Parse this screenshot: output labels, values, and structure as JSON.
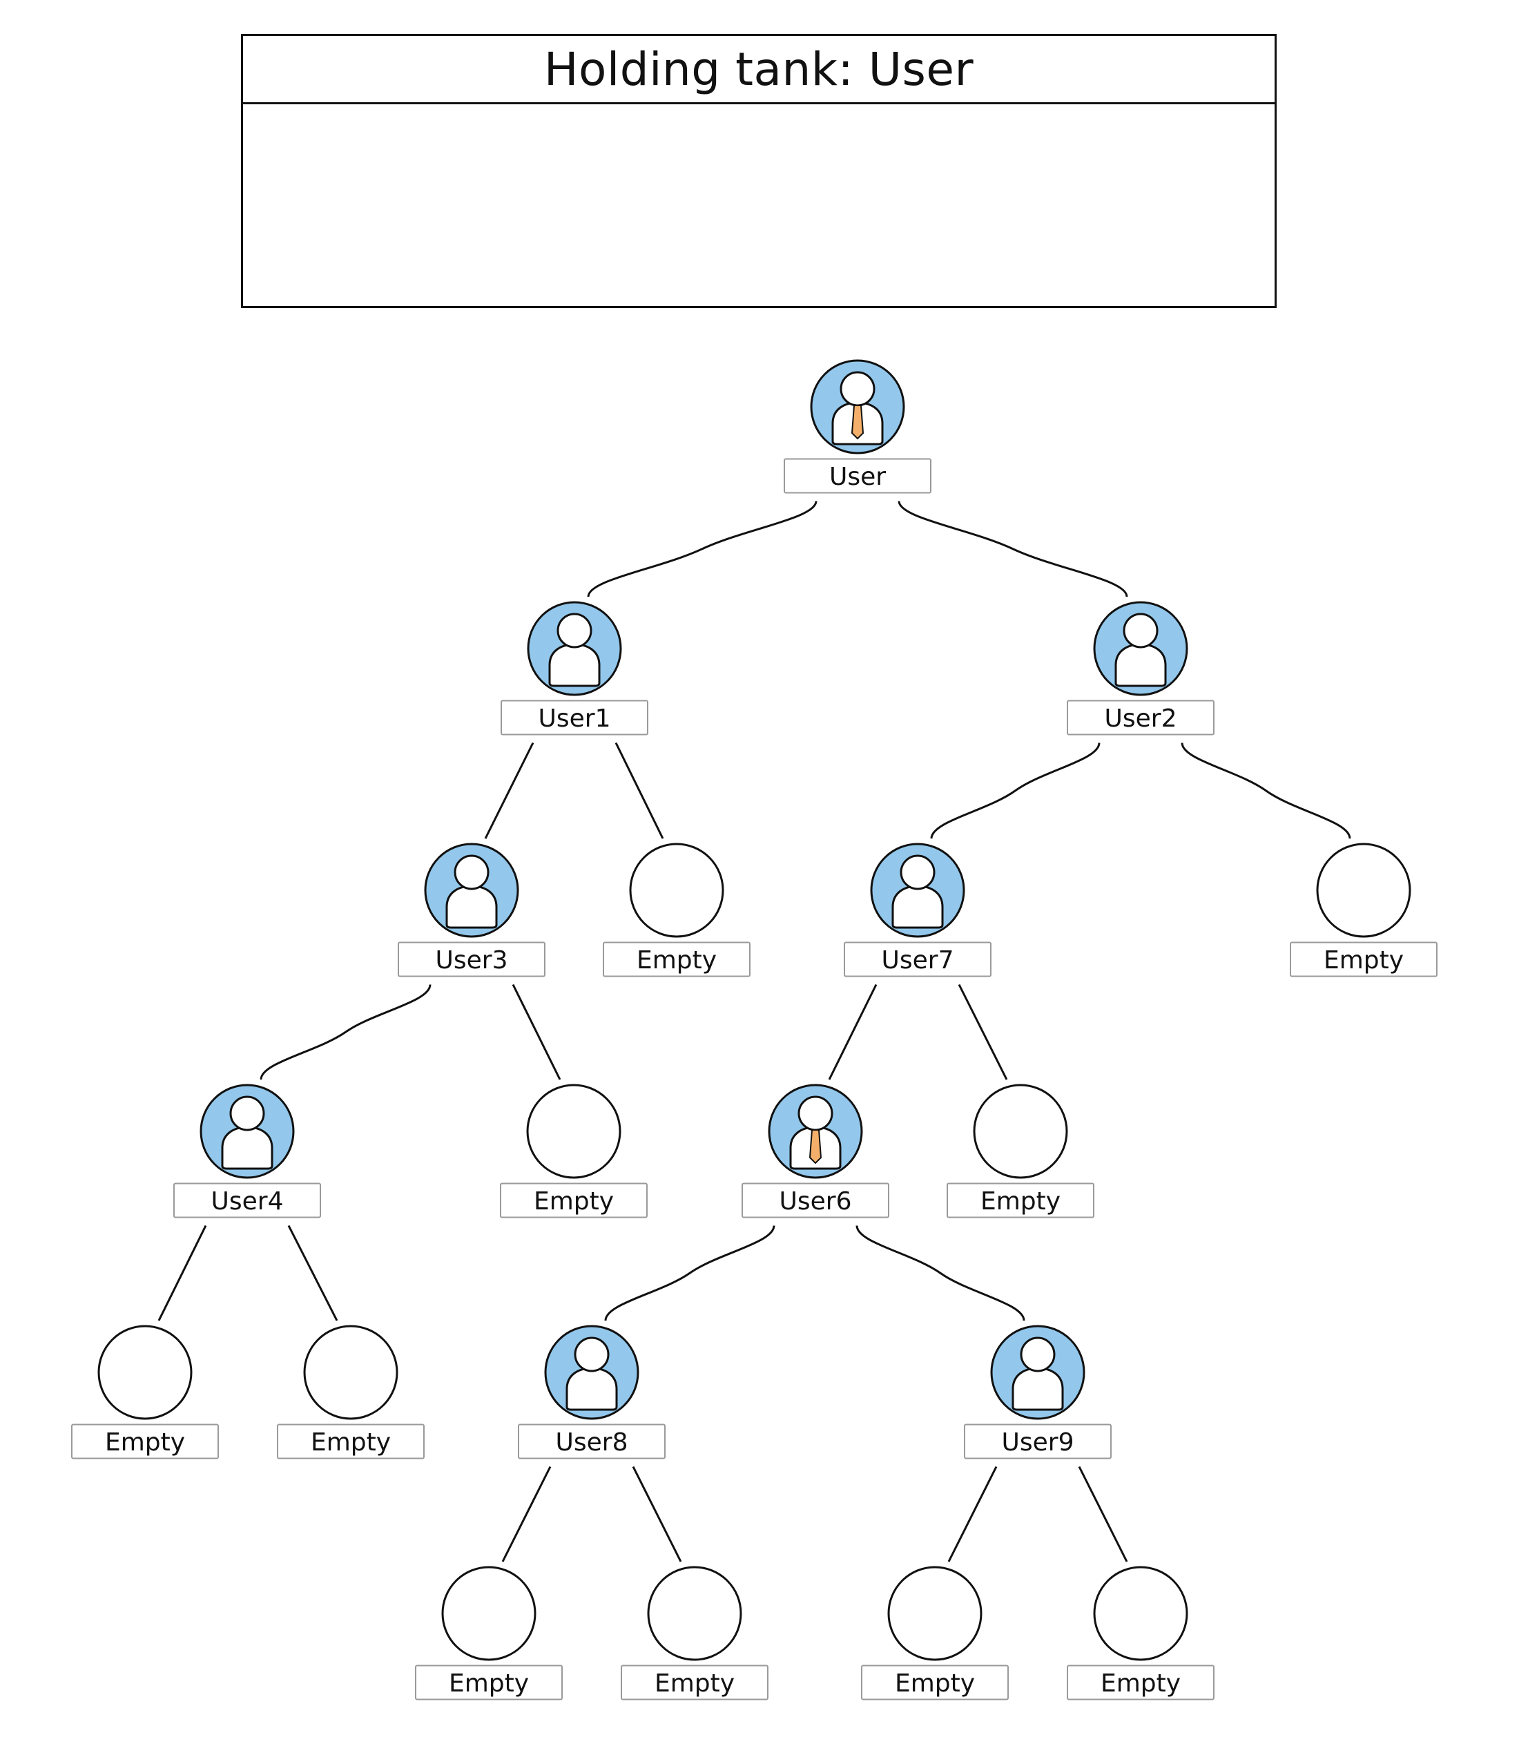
{
  "holding_tank": {
    "title": "Holding tank: User"
  },
  "tree": {
    "colors": {
      "filled": "#93c8ec",
      "empty": "#ffffff",
      "stroke": "#111111",
      "tie": "#f4b06a"
    },
    "nodes": [
      {
        "id": "root",
        "label": "User",
        "filled": true,
        "tie": true
      },
      {
        "id": "u1",
        "label": "User1",
        "filled": true,
        "tie": false
      },
      {
        "id": "u2",
        "label": "User2",
        "filled": true,
        "tie": false
      },
      {
        "id": "u3",
        "label": "User3",
        "filled": true,
        "tie": false
      },
      {
        "id": "e1",
        "label": "Empty",
        "filled": false
      },
      {
        "id": "u7",
        "label": "User7",
        "filled": true,
        "tie": false
      },
      {
        "id": "e2",
        "label": "Empty",
        "filled": false
      },
      {
        "id": "u4",
        "label": "User4",
        "filled": true,
        "tie": false
      },
      {
        "id": "e3",
        "label": "Empty",
        "filled": false
      },
      {
        "id": "u6",
        "label": "User6",
        "filled": true,
        "tie": true
      },
      {
        "id": "e4",
        "label": "Empty",
        "filled": false
      },
      {
        "id": "e5",
        "label": "Empty",
        "filled": false
      },
      {
        "id": "e6",
        "label": "Empty",
        "filled": false
      },
      {
        "id": "u8",
        "label": "User8",
        "filled": true,
        "tie": false
      },
      {
        "id": "u9",
        "label": "User9",
        "filled": true,
        "tie": false
      },
      {
        "id": "e7",
        "label": "Empty",
        "filled": false
      },
      {
        "id": "e8",
        "label": "Empty",
        "filled": false
      },
      {
        "id": "e9",
        "label": "Empty",
        "filled": false
      },
      {
        "id": "e10",
        "label": "Empty",
        "filled": false
      }
    ],
    "edges": [
      [
        "root",
        "u1"
      ],
      [
        "root",
        "u2"
      ],
      [
        "u1",
        "u3"
      ],
      [
        "u1",
        "e1"
      ],
      [
        "u2",
        "u7"
      ],
      [
        "u2",
        "e2"
      ],
      [
        "u3",
        "u4"
      ],
      [
        "u3",
        "e3"
      ],
      [
        "u7",
        "u6"
      ],
      [
        "u7",
        "e4"
      ],
      [
        "u4",
        "e5"
      ],
      [
        "u4",
        "e6"
      ],
      [
        "u6",
        "u8"
      ],
      [
        "u6",
        "u9"
      ],
      [
        "u8",
        "e7"
      ],
      [
        "u8",
        "e8"
      ],
      [
        "u9",
        "e9"
      ],
      [
        "u9",
        "e10"
      ]
    ]
  }
}
